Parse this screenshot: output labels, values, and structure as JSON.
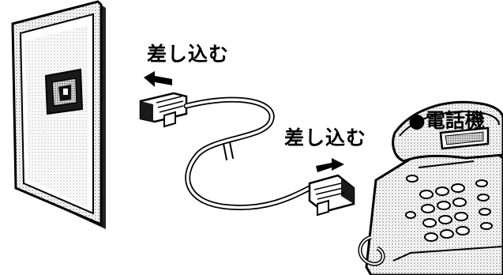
{
  "labels": {
    "insert_wall": "差し込む",
    "insert_phone": "差し込む",
    "phone": "●電話機"
  },
  "colors": {
    "ink": "#000000",
    "paper": "#ffffff",
    "shade": "#bdbdbd"
  },
  "icons": [
    "wall-outlet-icon",
    "modular-plug-icon",
    "telephone-icon",
    "arrow-left-icon",
    "arrow-right-icon"
  ]
}
